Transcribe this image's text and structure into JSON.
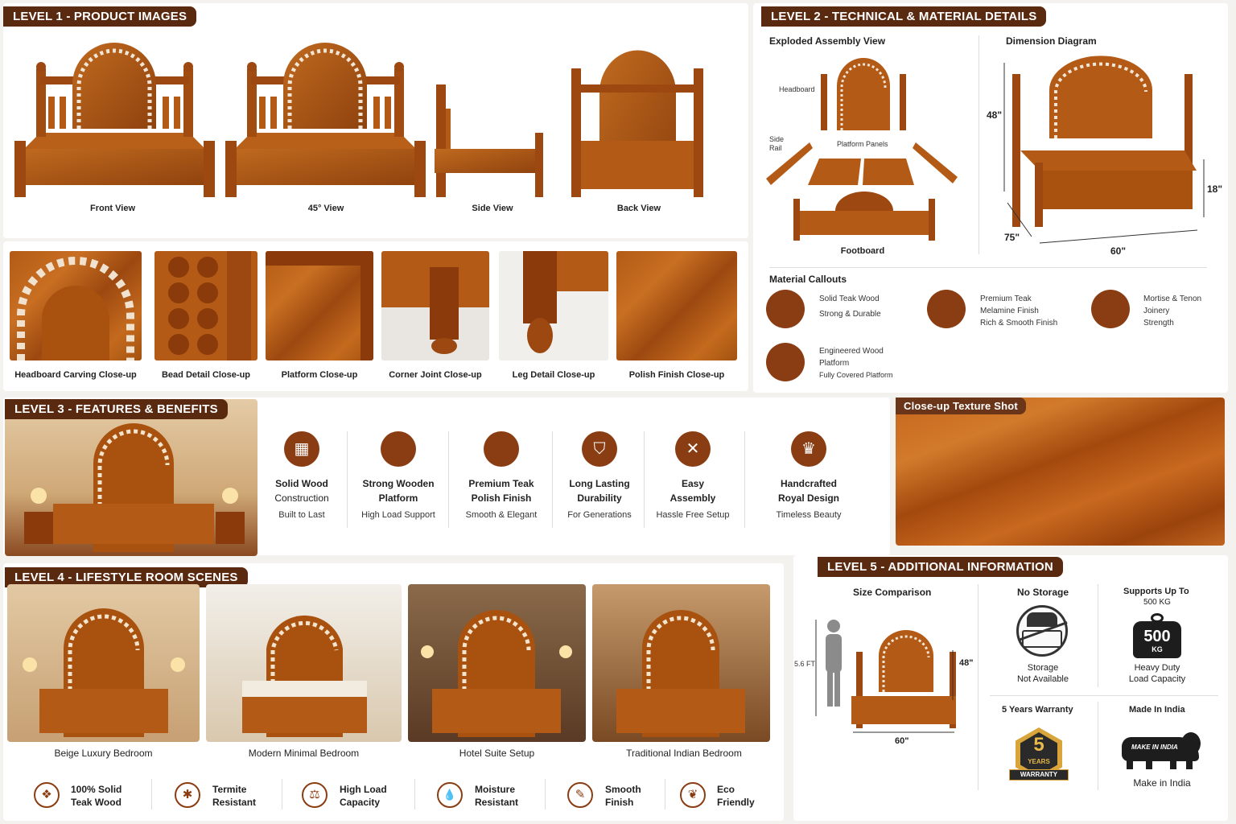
{
  "colors": {
    "accent": "#5a2a10",
    "wood": "#b35a16",
    "icon": "#8a3d12"
  },
  "level1": {
    "title": "LEVEL 1 - PRODUCT IMAGES",
    "views": [
      "Front View",
      "45° View",
      "Side View",
      "Back View"
    ],
    "closeups": [
      "Headboard Carving Close-up",
      "Bead Detail Close-up",
      "Platform Close-up",
      "Corner Joint Close-up",
      "Leg Detail Close-up",
      "Polish Finish Close-up"
    ]
  },
  "level2": {
    "title": "LEVEL 2 - TECHNICAL & MATERIAL DETAILS",
    "exploded_title": "Exploded Assembly View",
    "parts": {
      "headboard": "Headboard",
      "side_rail": "Side Rail",
      "platform": "Platform Panels",
      "footboard": "Footboard"
    },
    "dimension_title": "Dimension Diagram",
    "dims": {
      "height": "48\"",
      "foot_height": "18\"",
      "length": "75\"",
      "width": "60\""
    },
    "material_title": "Material Callouts",
    "materials": [
      {
        "l1": "Solid Teak Wood",
        "l2": "Strong & Durable",
        "l3": ""
      },
      {
        "l1": "Premium Teak",
        "l2": "Melamine Finish",
        "l3": "Rich & Smooth Finish"
      },
      {
        "l1": "Mortise & Tenon",
        "l2": "Joinery",
        "l3": "Strength"
      },
      {
        "l1": "Engineered Wood",
        "l2": "Platform",
        "l3": "Fully Covered Platform"
      }
    ]
  },
  "level3": {
    "title": "LEVEL 3 - FEATURES & BENEFITS",
    "features": [
      {
        "t1": "Solid Wood",
        "t2": "Construction",
        "sub": "Built to Last",
        "icon": "wood-block-icon"
      },
      {
        "t1": "Strong Wooden",
        "t2": "Platform",
        "sub": "High Load Support",
        "icon": "platform-icon"
      },
      {
        "t1": "Premium Teak",
        "t2": "Polish Finish",
        "sub": "Smooth & Elegant",
        "icon": "polish-icon"
      },
      {
        "t1": "Long Lasting",
        "t2": "Durability",
        "sub": "For Generations",
        "icon": "shield-icon"
      },
      {
        "t1": "Easy",
        "t2": "Assembly",
        "sub": "Hassle Free Setup",
        "icon": "tools-icon"
      },
      {
        "t1": "Handcrafted",
        "t2": "Royal Design",
        "sub": "Timeless Beauty",
        "icon": "crown-icon"
      }
    ],
    "texture_label": "Close-up Texture Shot"
  },
  "level4": {
    "title": "LEVEL 4 - LIFESTYLE ROOM SCENES",
    "rooms": [
      "Beige Luxury Bedroom",
      "Modern Minimal Bedroom",
      "Hotel Suite Setup",
      "Traditional Indian Bedroom"
    ],
    "badges": [
      {
        "l1": "100% Solid",
        "l2": "Teak Wood",
        "glyph": "❖"
      },
      {
        "l1": "Termite",
        "l2": "Resistant",
        "glyph": "✱"
      },
      {
        "l1": "High Load",
        "l2": "Capacity",
        "glyph": "⚖"
      },
      {
        "l1": "Moisture",
        "l2": "Resistant",
        "glyph": "💧"
      },
      {
        "l1": "Smooth",
        "l2": "Finish",
        "glyph": "✎"
      },
      {
        "l1": "Eco",
        "l2": "Friendly",
        "glyph": "❦"
      }
    ]
  },
  "level5": {
    "title": "LEVEL 5 - ADDITIONAL INFORMATION",
    "size_title": "Size Comparison",
    "person_height": "5.6 FT",
    "bed_height": "48\"",
    "bed_width": "60\"",
    "storage_title": "No Storage",
    "storage_l1": "Storage",
    "storage_l2": "Not Available",
    "support_title": "Supports Up To",
    "support_sub": "500 KG",
    "weight_num": "500",
    "weight_unit": "KG",
    "support_l1": "Heavy Duty",
    "support_l2": "Load Capacity",
    "warranty_title": "5 Years Warranty",
    "warranty_num": "5",
    "warranty_years": "YEARS",
    "warranty_word": "WARRANTY",
    "made_title": "Made In India",
    "made_logo": "MAKE IN INDIA",
    "made_caption": "Make in India"
  }
}
